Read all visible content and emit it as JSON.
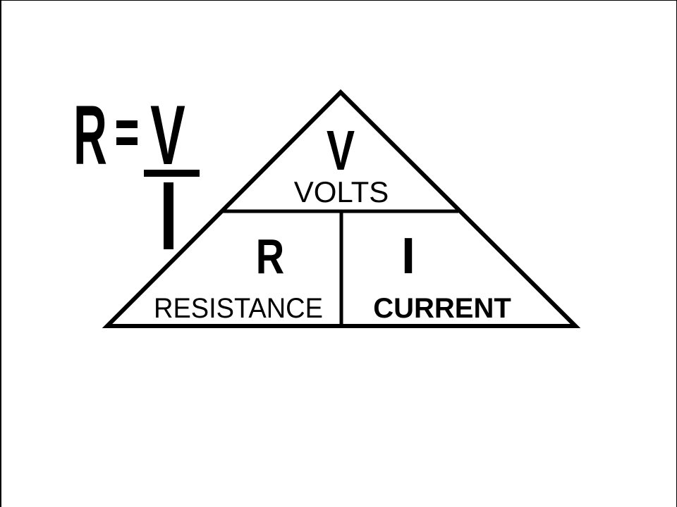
{
  "formula": {
    "lhs": "R",
    "equals": "=",
    "numerator": "V",
    "denominator": "I"
  },
  "triangle": {
    "top": {
      "symbol": "V",
      "label": "VOLTS"
    },
    "bottom_left": {
      "symbol": "R",
      "label": "RESISTANCE"
    },
    "bottom_right": {
      "symbol": "I",
      "label": "CURRENT"
    }
  },
  "colors": {
    "ink": "#000000",
    "background": "#ffffff"
  }
}
